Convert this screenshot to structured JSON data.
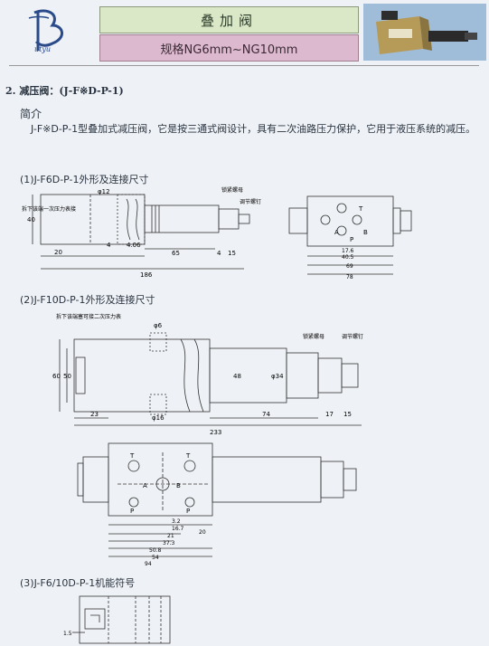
{
  "header": {
    "title": "叠加阀",
    "subtitle": "规格NG6mm~NG10mm",
    "logo_caption": "utyu"
  },
  "section": {
    "heading": "2. 减压阀：(J-F※D-P-1)",
    "intro_title": "简介",
    "intro_text": "J-F※D-P-1型叠加式减压阀，它是按三通式阀设计，具有二次油路压力保护，它用于液压系统的减压。"
  },
  "fig1": {
    "caption": "(1)J-F6D-P-1外形及连接尺寸",
    "labels": {
      "remove_note": "拆下该端一次压力表接",
      "lock_nut": "锁紧螺母",
      "adjust_screw": "调节螺钉",
      "phi12": "φ12",
      "d40": "40",
      "d20": "20",
      "d4": "4",
      "d4_06": "4.06",
      "d65": "65",
      "d4b": "4",
      "d15": "15",
      "d186": "186",
      "port_t": "T",
      "port_a": "A",
      "port_b": "B",
      "port_p": "P",
      "d17_6": "17.6",
      "d40_5": "40.5",
      "d69": "69",
      "d78": "78"
    }
  },
  "fig2": {
    "caption": "(2)J-F10D-P-1外形及连接尺寸",
    "labels": {
      "remove_note": "拆下该端塞可接二次压力表",
      "lock_nut": "锁紧螺母",
      "adjust_screw": "调节螺钉",
      "phi6": "φ6",
      "phi16": "φ16",
      "phi34": "φ34",
      "d60": "60",
      "d50": "50",
      "d48": "48",
      "d23": "23",
      "d74": "74",
      "d17": "17",
      "d15": "15",
      "d233": "233",
      "port_t1": "T",
      "port_t2": "T",
      "port_a": "A",
      "port_b": "B",
      "port_p1": "P",
      "port_p2": "P",
      "d3_2": "3.2",
      "d16_7": "16.7",
      "d21": "21",
      "d37_3": "37.3",
      "d50_8": "50.8",
      "d54": "54",
      "d94": "94",
      "d20": "20"
    }
  },
  "fig3": {
    "caption": "(3)J-F6/10D-P-1机能符号",
    "labels": {
      "pressure": "1.5"
    }
  }
}
